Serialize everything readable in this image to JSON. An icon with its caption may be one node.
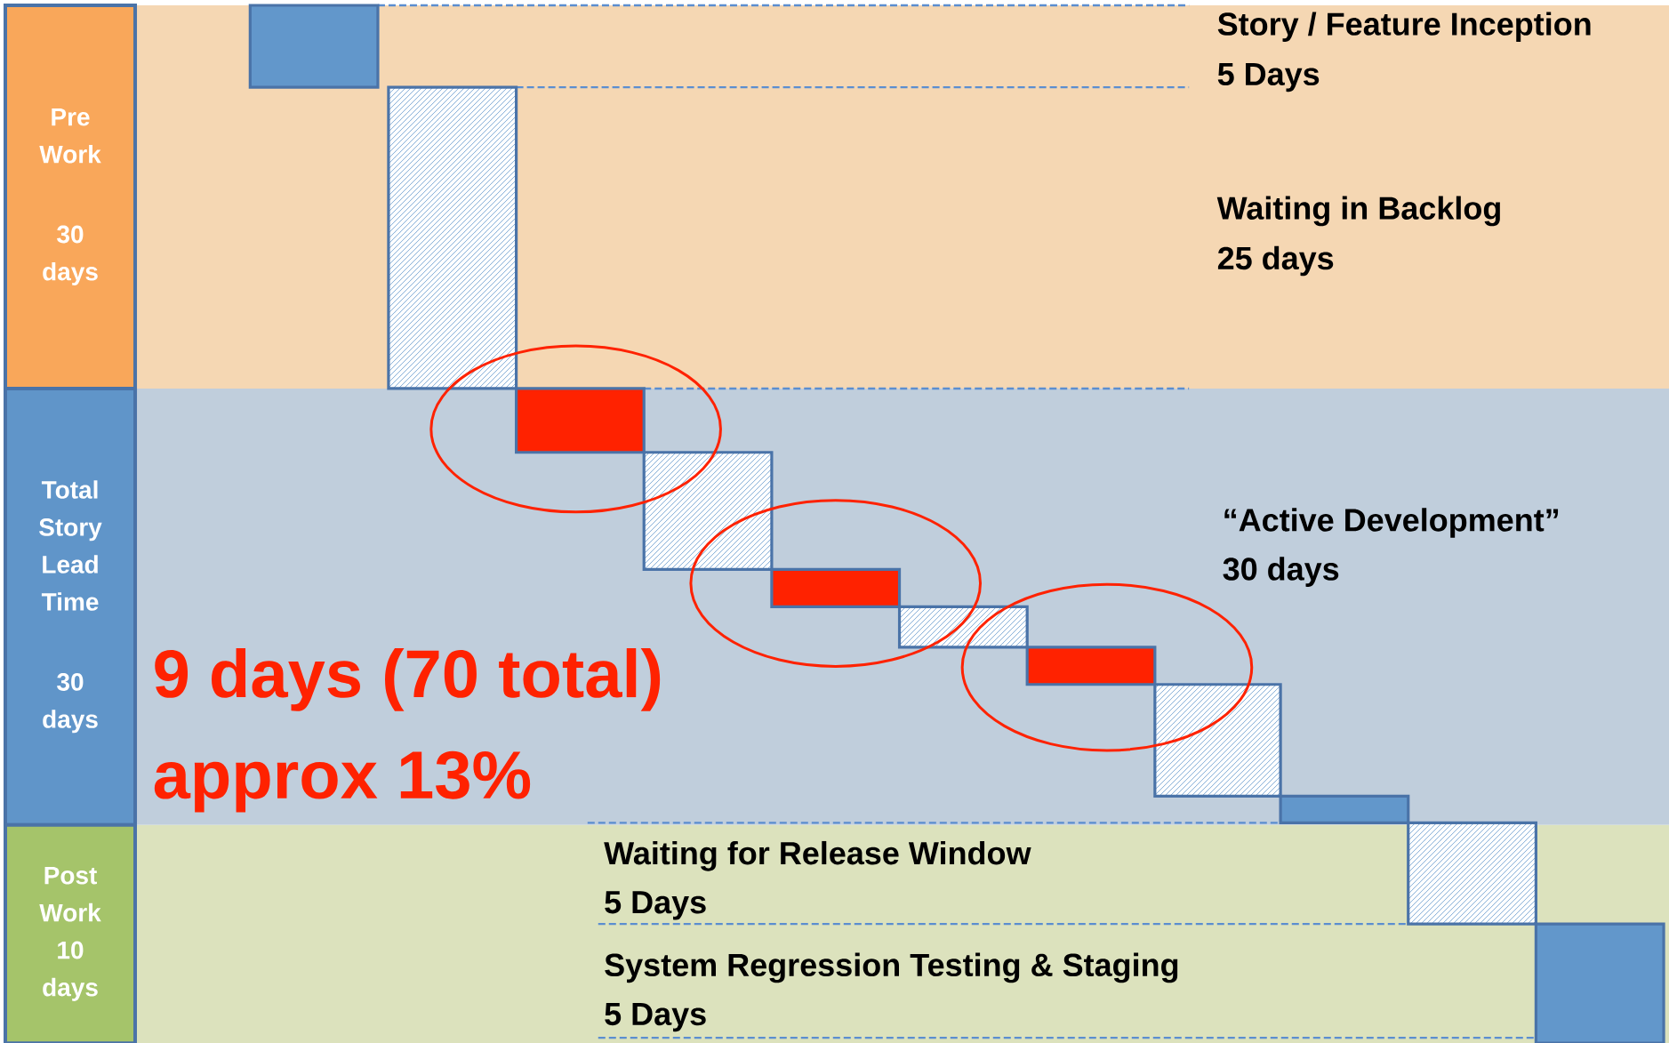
{
  "diagram": {
    "nodes": [
      {
        "text": [
          "Pre Work",
          "30 days"
        ]
      },
      {
        "text": [
          "Total Story Lead Time",
          "30 days"
        ]
      },
      {
        "text": [
          "Post Work",
          "10 days"
        ]
      }
    ],
    "labels": [
      "Story / Feature Inception",
      "5 Days",
      "Waiting in Backlog",
      "25 days",
      "“Active Development”",
      "30 days",
      "9 days (70 total)",
      "approx 13%",
      "Waiting for Release Window",
      "5 Days",
      "System Regression Testing & Staging",
      "5 Days"
    ]
  }
}
